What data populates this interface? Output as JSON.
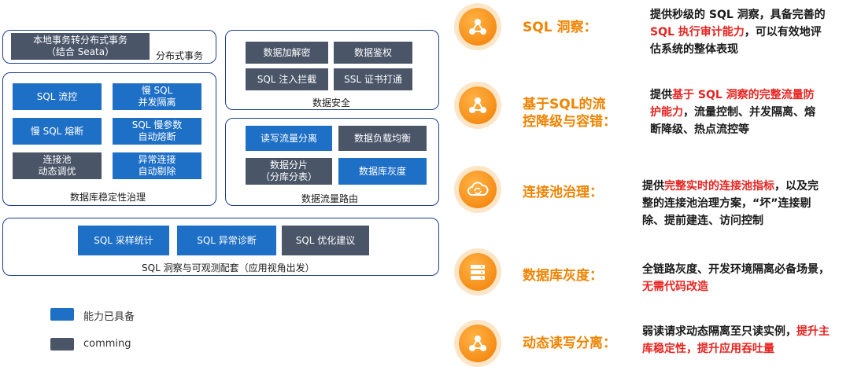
{
  "panels": {
    "distributed": {
      "box": "本地事务转分布式事务\n（结合 Seata）",
      "label": "分布式事务"
    },
    "security": {
      "items": [
        "数据加解密",
        "数据鉴权",
        "SQL 注入拦截",
        "SSL 证书打通"
      ],
      "label": "数据安全"
    },
    "stability": {
      "items": [
        "SQL 流控",
        "慢 SQL\n并发隔离",
        "慢 SQL 熔断",
        "SQL 慢参数\n自动熔断",
        "连接池\n动态调优",
        "异常连接\n自动剔除"
      ],
      "label": "数据库稳定性治理"
    },
    "routing": {
      "items": [
        "读写流量分离",
        "数据负载均衡",
        "数据分片\n（分库分表）",
        "数据库灰度"
      ],
      "label": "数据流量路由"
    },
    "observe": {
      "items": [
        "SQL 采样统计",
        "SQL 异常诊断",
        "SQL 优化建议"
      ],
      "label": "SQL 洞察与可观测配套（应用视角出发）"
    }
  },
  "legend": {
    "available": "能力已具备",
    "coming": "comming"
  },
  "colors": {
    "blue": "#1e6fc6",
    "dark": "#4a5568",
    "orange": "#f08300",
    "red": "#e8231f"
  },
  "features": [
    {
      "icon": "share-nodes-icon",
      "title": "SQL 洞察：",
      "desc": [
        {
          "t": "提供秒级的 SQL 洞察，具备完善的"
        },
        {
          "t": "SQL 执行审计能力",
          "hl": true
        },
        {
          "t": "，可以有效地评估系统的整体表现"
        }
      ]
    },
    {
      "icon": "share-nodes-icon",
      "title": "基于SQL的流\n控降级与容错：",
      "desc": [
        {
          "t": "提供"
        },
        {
          "t": "基于 SQL 洞察的完整流量防护能力",
          "hl": true
        },
        {
          "t": "，流量控制、并发隔离、熔断降级、热点流控等"
        }
      ]
    },
    {
      "icon": "cloud-sync-icon",
      "title": "连接池治理：",
      "desc": [
        {
          "t": "提供"
        },
        {
          "t": "完整实时的连接池指标",
          "hl": true
        },
        {
          "t": "，以及完整的连接池治理方案，“坏”连接剔除、提前建连、访问控制"
        }
      ]
    },
    {
      "icon": "server-stack-icon",
      "title": "数据库灰度：",
      "desc": [
        {
          "t": "全链路灰度、开发环境隔离必备场景，"
        },
        {
          "t": "无需代码改造",
          "hl": true
        }
      ]
    },
    {
      "icon": "share-nodes-icon",
      "title": "动态读写分离：",
      "desc": [
        {
          "t": "弱读请求动态隔离至只读实例，"
        },
        {
          "t": "提升主库稳定性，提升应用吞吐量",
          "hl": true
        }
      ]
    }
  ]
}
